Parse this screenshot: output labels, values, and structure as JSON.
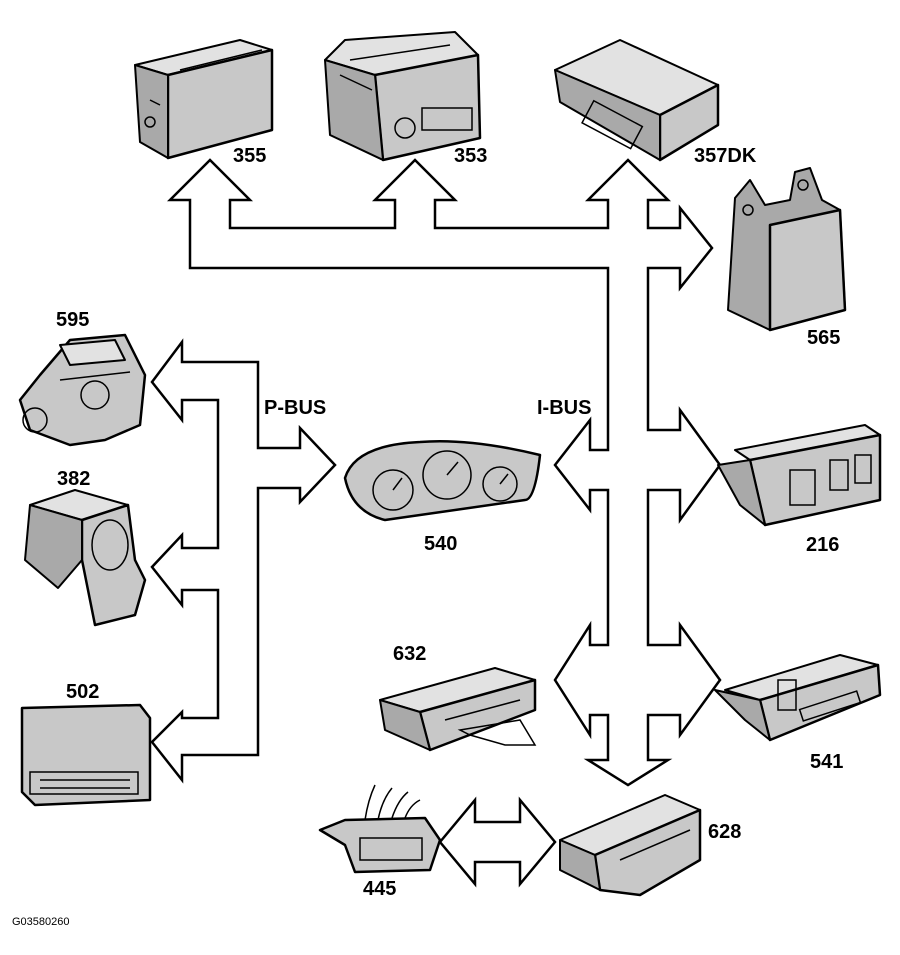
{
  "bus_labels": {
    "p_bus": "P-BUS",
    "i_bus": "I-BUS"
  },
  "components": {
    "c355": "355",
    "c353": "353",
    "c357dk": "357DK",
    "c565": "565",
    "c595": "595",
    "c382": "382",
    "c502": "502",
    "c540": "540",
    "c216": "216",
    "c632": "632",
    "c541": "541",
    "c628": "628",
    "c445": "445"
  },
  "figure_ref": "G03580260",
  "colors": {
    "component_fill": "#c8c8c8",
    "outline": "#000000",
    "arrow_fill": "#ffffff"
  }
}
